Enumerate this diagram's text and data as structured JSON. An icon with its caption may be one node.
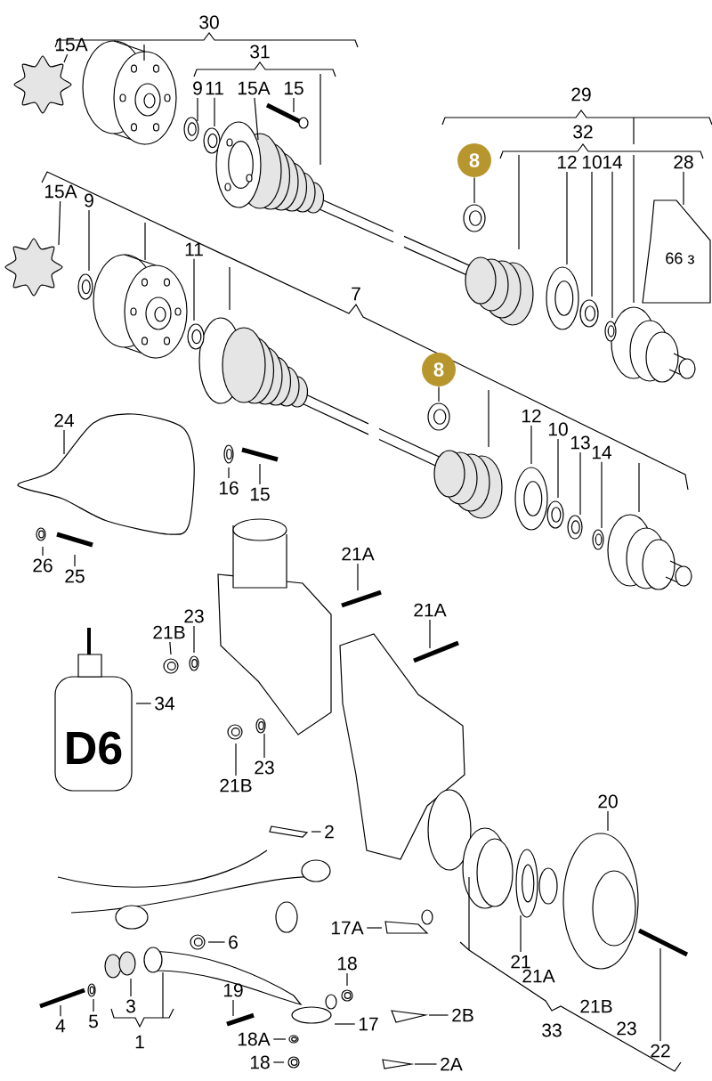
{
  "diagram": {
    "nodes": [
      {
        "text": [
          "15A"
        ]
      },
      {
        "text": [
          "9"
        ]
      },
      {
        "text": [
          "11"
        ]
      },
      {
        "text": [
          "15A"
        ]
      },
      {
        "text": [
          "15"
        ]
      },
      {
        "text": [
          "8"
        ]
      },
      {
        "text": [
          "12"
        ]
      },
      {
        "text": [
          "10"
        ]
      },
      {
        "text": [
          "14"
        ]
      },
      {
        "text": [
          "28"
        ]
      },
      {
        "text": [
          "15A"
        ]
      },
      {
        "text": [
          "9"
        ]
      },
      {
        "text": [
          "11"
        ]
      },
      {
        "text": [
          "8"
        ]
      },
      {
        "text": [
          "12"
        ]
      },
      {
        "text": [
          "10"
        ]
      },
      {
        "text": [
          "13"
        ]
      },
      {
        "text": [
          "14"
        ]
      },
      {
        "text": [
          "24"
        ]
      },
      {
        "text": [
          "16"
        ]
      },
      {
        "text": [
          "15"
        ]
      },
      {
        "text": [
          "26"
        ]
      },
      {
        "text": [
          "25"
        ]
      },
      {
        "text": [
          "21A"
        ]
      },
      {
        "text": [
          "23"
        ]
      },
      {
        "text": [
          "21B"
        ]
      },
      {
        "text": [
          "21A"
        ]
      },
      {
        "text": [
          "34"
        ]
      },
      {
        "text": [
          "21B"
        ]
      },
      {
        "text": [
          "23"
        ]
      },
      {
        "text": [
          "20"
        ]
      },
      {
        "text": [
          "2"
        ]
      },
      {
        "text": [
          "6"
        ]
      },
      {
        "text": [
          "17A"
        ]
      },
      {
        "text": [
          "18"
        ]
      },
      {
        "text": [
          "19"
        ]
      },
      {
        "text": [
          "17"
        ]
      },
      {
        "text": [
          "2B"
        ]
      },
      {
        "text": [
          "18A"
        ]
      },
      {
        "text": [
          "2A"
        ]
      },
      {
        "text": [
          "18"
        ]
      },
      {
        "text": [
          "4"
        ]
      },
      {
        "text": [
          "5"
        ]
      },
      {
        "text": [
          "21"
        ]
      },
      {
        "text": [
          "22"
        ]
      },
      {
        "text": [
          "3"
        ]
      },
      {
        "text": [],
        "shape": "picture"
      },
      {
        "text": [],
        "shape": "picture"
      },
      {
        "text": [],
        "shape": "picture"
      },
      {
        "text": [],
        "shape": "picture"
      },
      {
        "text": [],
        "shape": "picture"
      },
      {
        "text": [],
        "shape": "picture"
      },
      {
        "text": [],
        "shape": "picture"
      },
      {
        "text": [],
        "shape": "picture"
      },
      {
        "text": [],
        "shape": "picture"
      },
      {
        "text": [
          "66 з"
        ]
      },
      {
        "text": [],
        "shape": "picture"
      },
      {
        "text": [],
        "shape": "picture"
      },
      {
        "text": [],
        "shape": "picture"
      },
      {
        "text": [],
        "shape": "picture"
      },
      {
        "text": [],
        "shape": "picture"
      },
      {
        "text": [],
        "shape": "picture"
      },
      {
        "text": [],
        "shape": "picture"
      },
      {
        "text": [],
        "shape": "picture"
      },
      {
        "text": [],
        "shape": "picture"
      },
      {
        "text": [],
        "shape": "picture"
      },
      {
        "text": [],
        "shape": "picture"
      },
      {
        "text": [],
        "shape": "picture"
      },
      {
        "text": [],
        "shape": "picture"
      },
      {
        "text": [],
        "shape": "picture"
      },
      {
        "text": [],
        "shape": "picture"
      },
      {
        "text": [],
        "shape": "picture"
      },
      {
        "text": [],
        "shape": "picture"
      },
      {
        "text": [
          "D6"
        ]
      },
      {
        "text": [],
        "shape": "picture"
      },
      {
        "text": [],
        "shape": "picture"
      },
      {
        "text": [],
        "shape": "picture"
      },
      {
        "text": [],
        "shape": "picture"
      },
      {
        "text": [],
        "shape": "picture"
      },
      {
        "text": [],
        "shape": "picture"
      },
      {
        "text": [],
        "shape": "picture"
      },
      {
        "text": [],
        "shape": "picture"
      },
      {
        "text": [],
        "shape": "picture"
      },
      {
        "text": [],
        "shape": "picture"
      },
      {
        "text": [],
        "shape": "picture"
      },
      {
        "text": [],
        "shape": "picture"
      },
      {
        "text": [],
        "shape": "picture"
      },
      {
        "text": [],
        "shape": "picture"
      },
      {
        "text": [],
        "shape": "picture"
      },
      {
        "text": [],
        "shape": "picture"
      },
      {
        "text": [],
        "shape": "picture"
      },
      {
        "text": [],
        "shape": "picture"
      }
    ],
    "edges": [
      {
        "from": 0,
        "to": 46,
        "arrow": "none"
      },
      {
        "from": 1,
        "to": 47,
        "arrow": "none"
      },
      {
        "from": 2,
        "to": 48,
        "arrow": "none"
      },
      {
        "from": 3,
        "to": 49,
        "arrow": "none"
      },
      {
        "from": 4,
        "to": 50,
        "arrow": "none"
      },
      {
        "from": 5,
        "to": 51,
        "arrow": "none"
      },
      {
        "from": 6,
        "to": 52,
        "arrow": "none"
      },
      {
        "from": 7,
        "to": 53,
        "arrow": "none"
      },
      {
        "from": 8,
        "to": 54,
        "arrow": "none"
      },
      {
        "from": 9,
        "to": 55,
        "arrow": "none"
      },
      {
        "from": 10,
        "to": 56,
        "arrow": "none"
      },
      {
        "from": 11,
        "to": 57,
        "arrow": "none"
      },
      {
        "from": 12,
        "to": 58,
        "arrow": "none"
      },
      {
        "from": 13,
        "to": 59,
        "arrow": "none"
      },
      {
        "from": 14,
        "to": 60,
        "arrow": "none"
      },
      {
        "from": 15,
        "to": 61,
        "arrow": "none"
      },
      {
        "from": 16,
        "to": 62,
        "arrow": "none"
      },
      {
        "from": 17,
        "to": 63,
        "arrow": "none"
      },
      {
        "from": 18,
        "to": 64,
        "arrow": "none"
      },
      {
        "from": 19,
        "to": 65,
        "arrow": "none"
      },
      {
        "from": 20,
        "to": 66,
        "arrow": "none"
      },
      {
        "from": 21,
        "to": 67,
        "arrow": "none"
      },
      {
        "from": 22,
        "to": 68,
        "arrow": "none"
      },
      {
        "from": 23,
        "to": 69,
        "arrow": "none"
      },
      {
        "from": 24,
        "to": 70,
        "arrow": "none"
      },
      {
        "from": 25,
        "to": 71,
        "arrow": "none"
      },
      {
        "from": 26,
        "to": 72,
        "arrow": "none"
      },
      {
        "from": 27,
        "to": 73,
        "arrow": "none"
      },
      {
        "from": 28,
        "to": 74,
        "arrow": "none"
      },
      {
        "from": 29,
        "to": 75,
        "arrow": "none"
      },
      {
        "from": 30,
        "to": 76,
        "arrow": "none"
      },
      {
        "from": 31,
        "to": 77,
        "arrow": "none"
      },
      {
        "from": 32,
        "to": 78,
        "arrow": "none"
      },
      {
        "from": 33,
        "to": 79,
        "arrow": "none"
      },
      {
        "from": 34,
        "to": 80,
        "arrow": "none"
      },
      {
        "from": 35,
        "to": 81,
        "arrow": "none"
      },
      {
        "from": 36,
        "to": 82,
        "arrow": "none"
      },
      {
        "from": 37,
        "to": 83,
        "arrow": "none"
      },
      {
        "from": 38,
        "to": 84,
        "arrow": "none"
      },
      {
        "from": 39,
        "to": 85,
        "arrow": "none"
      },
      {
        "from": 40,
        "to": 86,
        "arrow": "none"
      },
      {
        "from": 41,
        "to": 87,
        "arrow": "none"
      },
      {
        "from": 42,
        "to": 88,
        "arrow": "none"
      },
      {
        "from": 43,
        "to": 89,
        "arrow": "none"
      },
      {
        "from": 44,
        "to": 90,
        "arrow": "none"
      },
      {
        "from": 45,
        "to": 91,
        "arrow": "none"
      }
    ],
    "labels": [
      "30",
      "31",
      "29",
      "32",
      "7",
      "1",
      "21A",
      "33",
      "21B",
      "23"
    ]
  }
}
